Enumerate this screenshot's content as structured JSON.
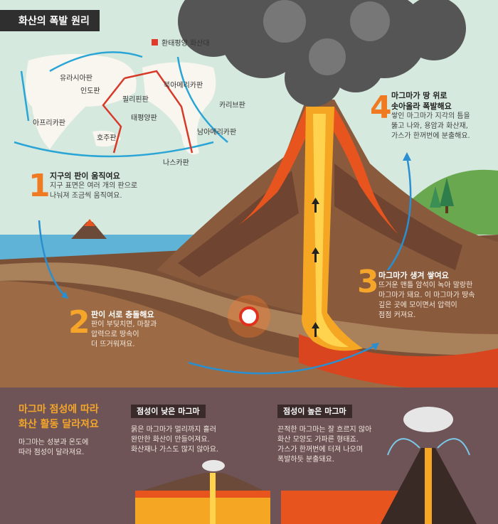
{
  "title": "화산의 폭발 원리",
  "legend": {
    "label": "환태평양 화산대",
    "color": "#e03a2c"
  },
  "map": {
    "plates": [
      "유라시아판",
      "인도판",
      "필리핀판",
      "북아메리카판",
      "카리브판",
      "아프리카판",
      "태평양판",
      "남아메리카판",
      "호주판",
      "나스카판"
    ]
  },
  "steps": [
    {
      "num": "1",
      "heading": "지구의 판이 움직여요",
      "lines": [
        "지구 표면은 여러 개의 판으로",
        "나눠져 조금씩 움직여요."
      ]
    },
    {
      "num": "2",
      "heading": "판이 서로 충돌해요",
      "lines": [
        "판이 부딪치면, 마찰과",
        "압력으로 땅속이",
        "더 뜨거워져요."
      ]
    },
    {
      "num": "3",
      "heading": "마그마가 생겨 쌓여요",
      "lines": [
        "뜨거운 맨틀 암석이 녹아 말랑한",
        "마그마가 돼요. 이 마그마가 땅속",
        "깊은 곳에 모이면서 압력이",
        "점점 커져요."
      ]
    },
    {
      "num": "4",
      "heading_lines": [
        "마그마가 땅 위로",
        "솟아올라 폭발해요"
      ],
      "lines": [
        "쌓인 마그마가 지각의 틈을",
        "뚫고 나와, 용암과 화산재,",
        "가스가 한꺼번에 분출해요."
      ]
    }
  ],
  "bottom": {
    "title_lines": [
      "마그마 점성에 따라",
      "화산 활동 달라져요"
    ],
    "desc_lines": [
      "마그마는 성분과 온도에",
      "따라 점성이 달라져요."
    ],
    "low": {
      "tag": "점성이 낮은 마그마",
      "lines": [
        "묽은 마그마가 멀리까지 흘러",
        "완만한 화산이 만들어져요.",
        "화산재나 가스도 많지 않아요."
      ]
    },
    "high": {
      "tag": "점성이 높은 마그마",
      "lines": [
        "끈적한 마그마는 잘 흐르지 않아",
        "화산 모양도 가파른 형태죠.",
        "가스가 한꺼번에 터져 나오며",
        "폭발하듯 분출돼요."
      ]
    }
  },
  "colors": {
    "accent": "#f07a22",
    "arrow": "#3a9fd6",
    "magma": "#f5a623",
    "bottom_bg": "#6e5457"
  }
}
